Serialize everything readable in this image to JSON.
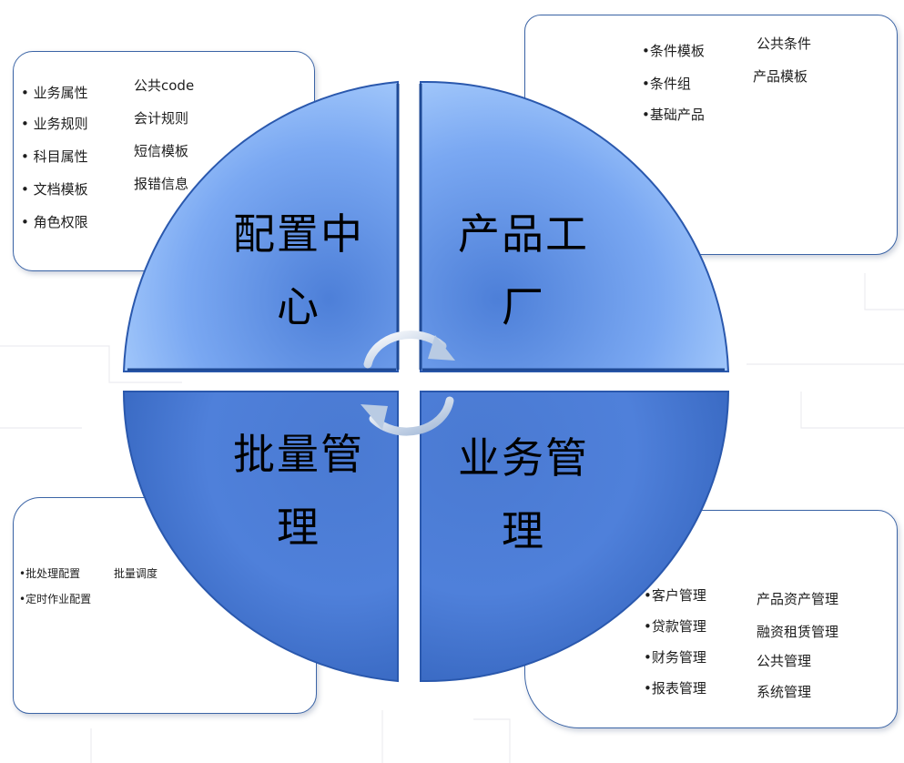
{
  "diagram": {
    "quadrants": [
      {
        "id": "tl",
        "title_line1": "配置中",
        "title_line2": "心"
      },
      {
        "id": "tr",
        "title_line1": "产品工",
        "title_line2": "厂"
      },
      {
        "id": "bl",
        "title_line1": "批量管",
        "title_line2": "理"
      },
      {
        "id": "br",
        "title_line1": "业务管",
        "title_line2": "理"
      }
    ],
    "cards": {
      "config_center": {
        "col1": [
          "• 业务属性",
          "• 业务规则",
          "• 科目属性",
          "• 文档模板",
          "• 角色权限"
        ],
        "col2": [
          "公共code",
          "会计规则",
          "短信模板",
          "报错信息"
        ]
      },
      "product_factory": {
        "col1": [
          "•条件模板",
          "•条件组",
          "•基础产品"
        ],
        "col2": [
          "公共条件",
          "产品模板"
        ]
      },
      "batch_management": {
        "col1": [
          "•批处理配置",
          "•定时作业配置"
        ],
        "col2": [
          "批量调度"
        ]
      },
      "business_management": {
        "col1": [
          "•客户管理",
          "•贷款管理",
          "•财务管理",
          "•报表管理"
        ],
        "col2": [
          "产品资产管理",
          "融资租赁管理",
          "公共管理",
          "系统管理"
        ]
      }
    },
    "colors": {
      "quadrant_light": "#a9d0ff",
      "quadrant_mid": "#6d9cef",
      "quadrant_dark": "#2f5fb8",
      "card_border": "#3b64a6",
      "arrow": "#c7d6ea"
    }
  }
}
